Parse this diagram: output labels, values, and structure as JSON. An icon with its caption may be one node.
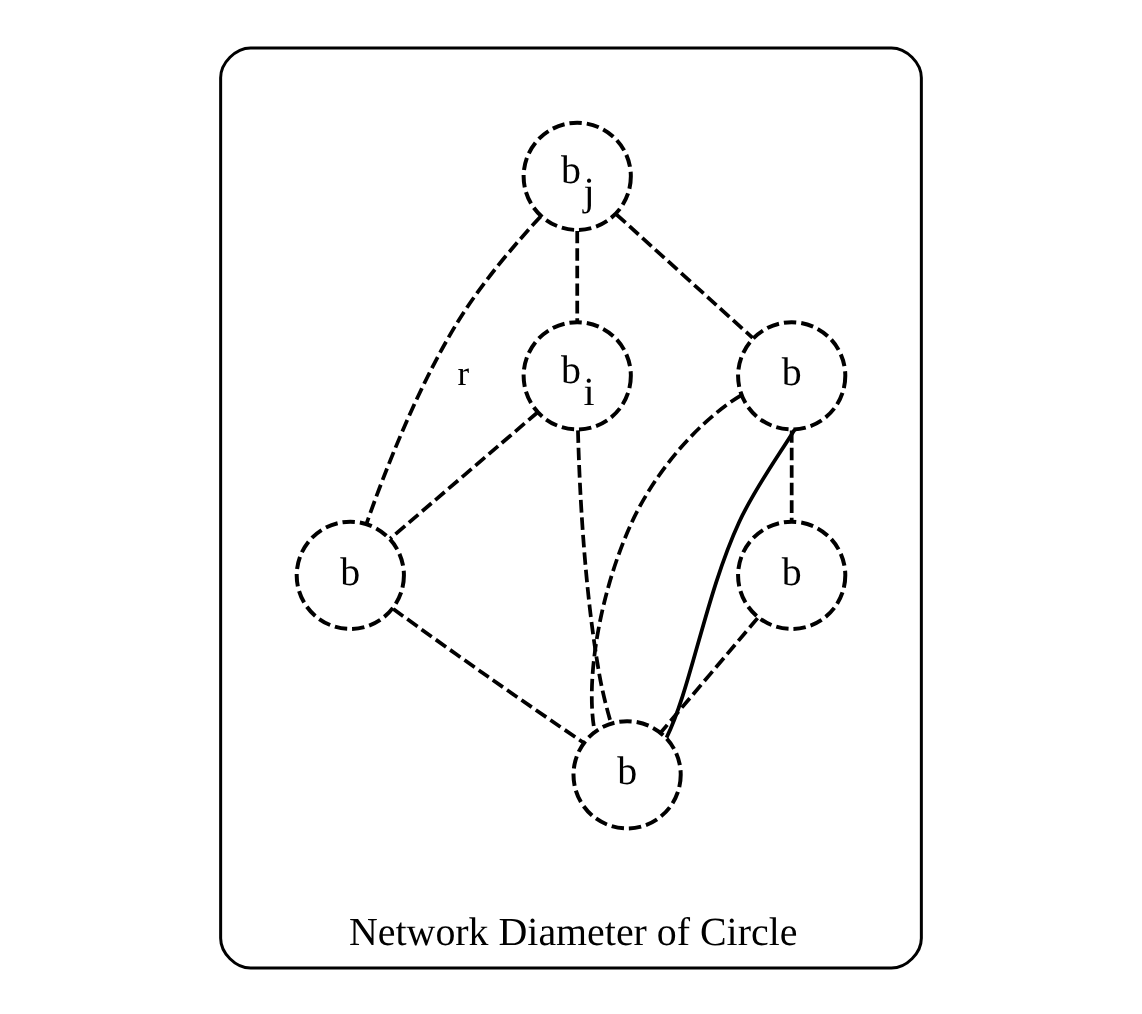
{
  "diagram": {
    "nodes": [
      {
        "text": [
          "Network Diameter of Circle"
        ]
      },
      {
        "text": [
          "b$_{j}$"
        ],
        "in": 0
      },
      {
        "text": [
          "b"
        ],
        "in": 0
      },
      {
        "text": [
          "b$_{i}$"
        ],
        "in": 0
      },
      {
        "text": [
          "b"
        ],
        "in": 0
      },
      {
        "text": [
          "b"
        ],
        "in": 0
      },
      {
        "text": [
          "b"
        ],
        "in": 0
      }
    ],
    "edges": [
      {
        "from": 1,
        "to": 2,
        "arrow": "none",
        "style": "dashed",
        "label": "r"
      },
      {
        "from": 1,
        "to": 3,
        "arrow": "none",
        "style": "dashed"
      },
      {
        "from": 1,
        "to": 4,
        "arrow": "none",
        "style": "dashed"
      },
      {
        "from": 3,
        "to": 2,
        "arrow": "none",
        "style": "dashed"
      },
      {
        "from": 2,
        "to": 5,
        "arrow": "none",
        "style": "dashed"
      },
      {
        "from": 3,
        "to": 5,
        "arrow": "none",
        "style": "dashed"
      },
      {
        "from": 4,
        "to": 5,
        "arrow": "none",
        "style": "dashed"
      },
      {
        "from": 4,
        "to": 5,
        "arrow": "none"
      },
      {
        "from": 4,
        "to": 6,
        "arrow": "none",
        "style": "dashed"
      },
      {
        "from": 6,
        "to": 5,
        "arrow": "none",
        "style": "dashed"
      }
    ]
  }
}
